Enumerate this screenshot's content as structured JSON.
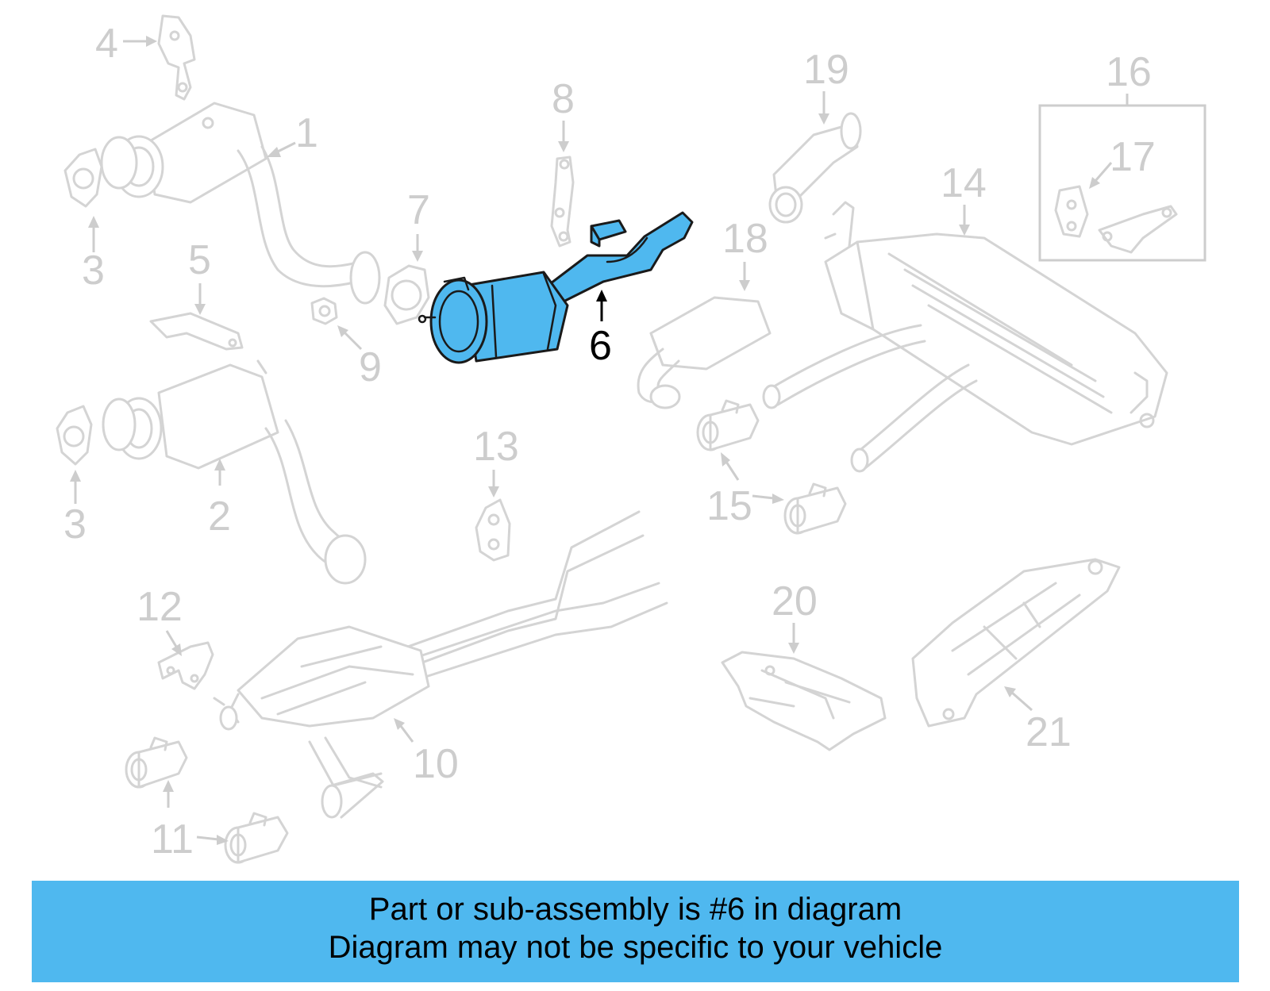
{
  "colors": {
    "highlight": "#4fb8ef",
    "ghost": "#d4d4d4",
    "banner": "#4fb8ef"
  },
  "highlighted_part": "6",
  "callouts": [
    {
      "id": "1",
      "label": "1"
    },
    {
      "id": "2",
      "label": "2"
    },
    {
      "id": "3a",
      "label": "3"
    },
    {
      "id": "3b",
      "label": "3"
    },
    {
      "id": "4",
      "label": "4"
    },
    {
      "id": "5",
      "label": "5"
    },
    {
      "id": "6",
      "label": "6"
    },
    {
      "id": "7",
      "label": "7"
    },
    {
      "id": "8",
      "label": "8"
    },
    {
      "id": "9",
      "label": "9"
    },
    {
      "id": "10",
      "label": "10"
    },
    {
      "id": "11",
      "label": "11"
    },
    {
      "id": "12",
      "label": "12"
    },
    {
      "id": "13",
      "label": "13"
    },
    {
      "id": "14",
      "label": "14"
    },
    {
      "id": "15",
      "label": "15"
    },
    {
      "id": "16",
      "label": "16"
    },
    {
      "id": "17",
      "label": "17"
    },
    {
      "id": "18",
      "label": "18"
    },
    {
      "id": "19",
      "label": "19"
    },
    {
      "id": "20",
      "label": "20"
    },
    {
      "id": "21",
      "label": "21"
    }
  ],
  "banner": {
    "line1": "Part or sub-assembly is #6 in diagram",
    "line2": "Diagram may not be specific to your vehicle"
  }
}
